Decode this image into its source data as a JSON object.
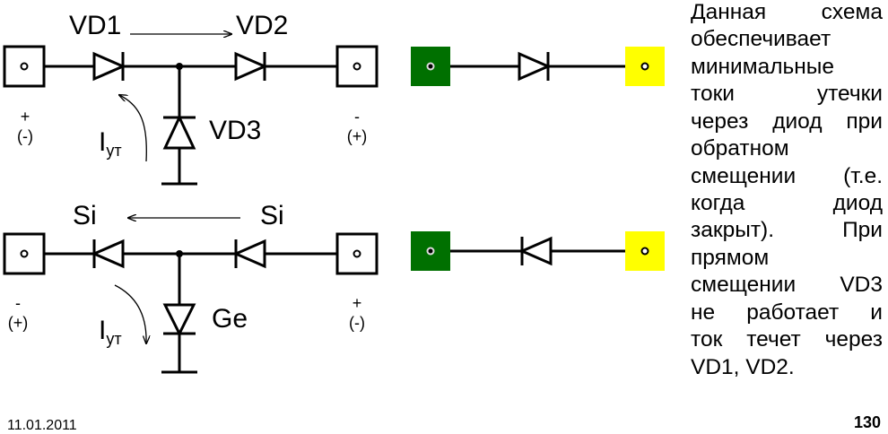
{
  "circuit_top": {
    "label_vd1": "VD1",
    "label_vd2": "VD2",
    "label_vd3": "VD3",
    "left_terminal_sign": "+",
    "left_terminal_alt_sign": "(-)",
    "right_terminal_sign": "-",
    "right_terminal_alt_sign": "(+)",
    "leakage_current_symbol": "I",
    "leakage_current_subscript": "ут"
  },
  "circuit_bottom": {
    "label_left_diode": "Si",
    "label_right_diode": "Si",
    "label_shunt_diode": "Ge",
    "left_terminal_sign": "-",
    "left_terminal_alt_sign": "(+)",
    "right_terminal_sign": "+",
    "right_terminal_alt_sign": "(-)",
    "leakage_current_symbol": "I",
    "leakage_current_subscript": "ут"
  },
  "equivalent_top": {
    "left_terminal_color": "#007000",
    "right_terminal_color": "#ffff00"
  },
  "equivalent_bottom": {
    "left_terminal_color": "#007000",
    "right_terminal_color": "#ffff00"
  },
  "description_lines": [
    "Данная схема",
    "обеспечивает",
    "минимальные",
    "токи утечки",
    "через диод при",
    "обратном",
    "смещении (т.е.",
    "когда диод",
    "закрыт). При",
    "прямом",
    "смещении VD3",
    "не работает и",
    "ток течет через",
    "VD1, VD2."
  ],
  "footer": {
    "date": "11.01.2011",
    "page_number": "130"
  }
}
